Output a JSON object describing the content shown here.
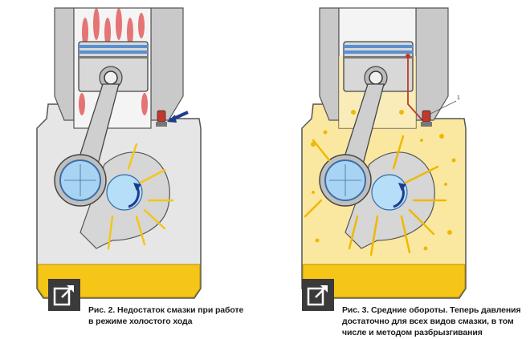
{
  "figures": [
    {
      "caption_line1": "Рис. 2. Недостаток смазки при работе",
      "caption_line2": "в режиме холостого хода",
      "oil_color": "#f5c518",
      "crankcase_color": "#e8e8e8",
      "flow_arrow_color": "#1f3c8c",
      "icon": "expand-icon"
    },
    {
      "caption_line1": "Рис. 3. Средние обороты. Теперь давления",
      "caption_line2": "достаточно для всех видов смазки, в том",
      "caption_line3": "числе и методом разбрызгивания",
      "callout_number": "1",
      "oil_color": "#f5c518",
      "crankcase_color": "#fbeaa0",
      "icon": "expand-icon"
    }
  ]
}
